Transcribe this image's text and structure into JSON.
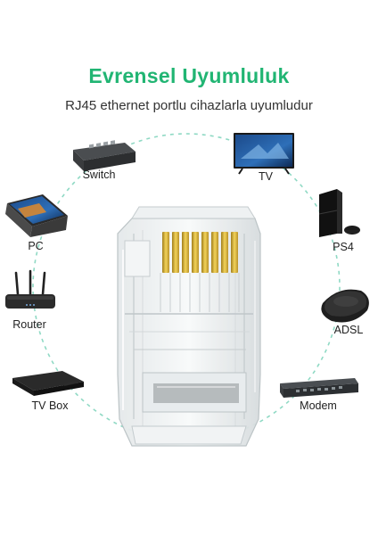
{
  "title": "Evrensel Uyumluluk",
  "subtitle": "RJ45 ethernet portlu cihazlarla uyumludur",
  "devices": {
    "switch": "Switch",
    "tv": "TV",
    "pc": "PC",
    "ps4": "PS4",
    "router": "Router",
    "adsl": "ADSL",
    "tvbox": "TV Box",
    "modem": "Modem"
  },
  "colors": {
    "accent": "#21b573",
    "dashed_ring": "#8fd9c4",
    "gold_pin": "#d9b43a"
  },
  "icons": {
    "center": "rj45-connector-icon",
    "switch": "network-switch-icon",
    "tv": "television-icon",
    "pc": "convertible-laptop-icon",
    "ps4": "game-console-icon",
    "router": "wifi-router-icon",
    "adsl": "adsl-modem-icon",
    "tvbox": "tv-box-icon",
    "modem": "rack-modem-icon"
  }
}
